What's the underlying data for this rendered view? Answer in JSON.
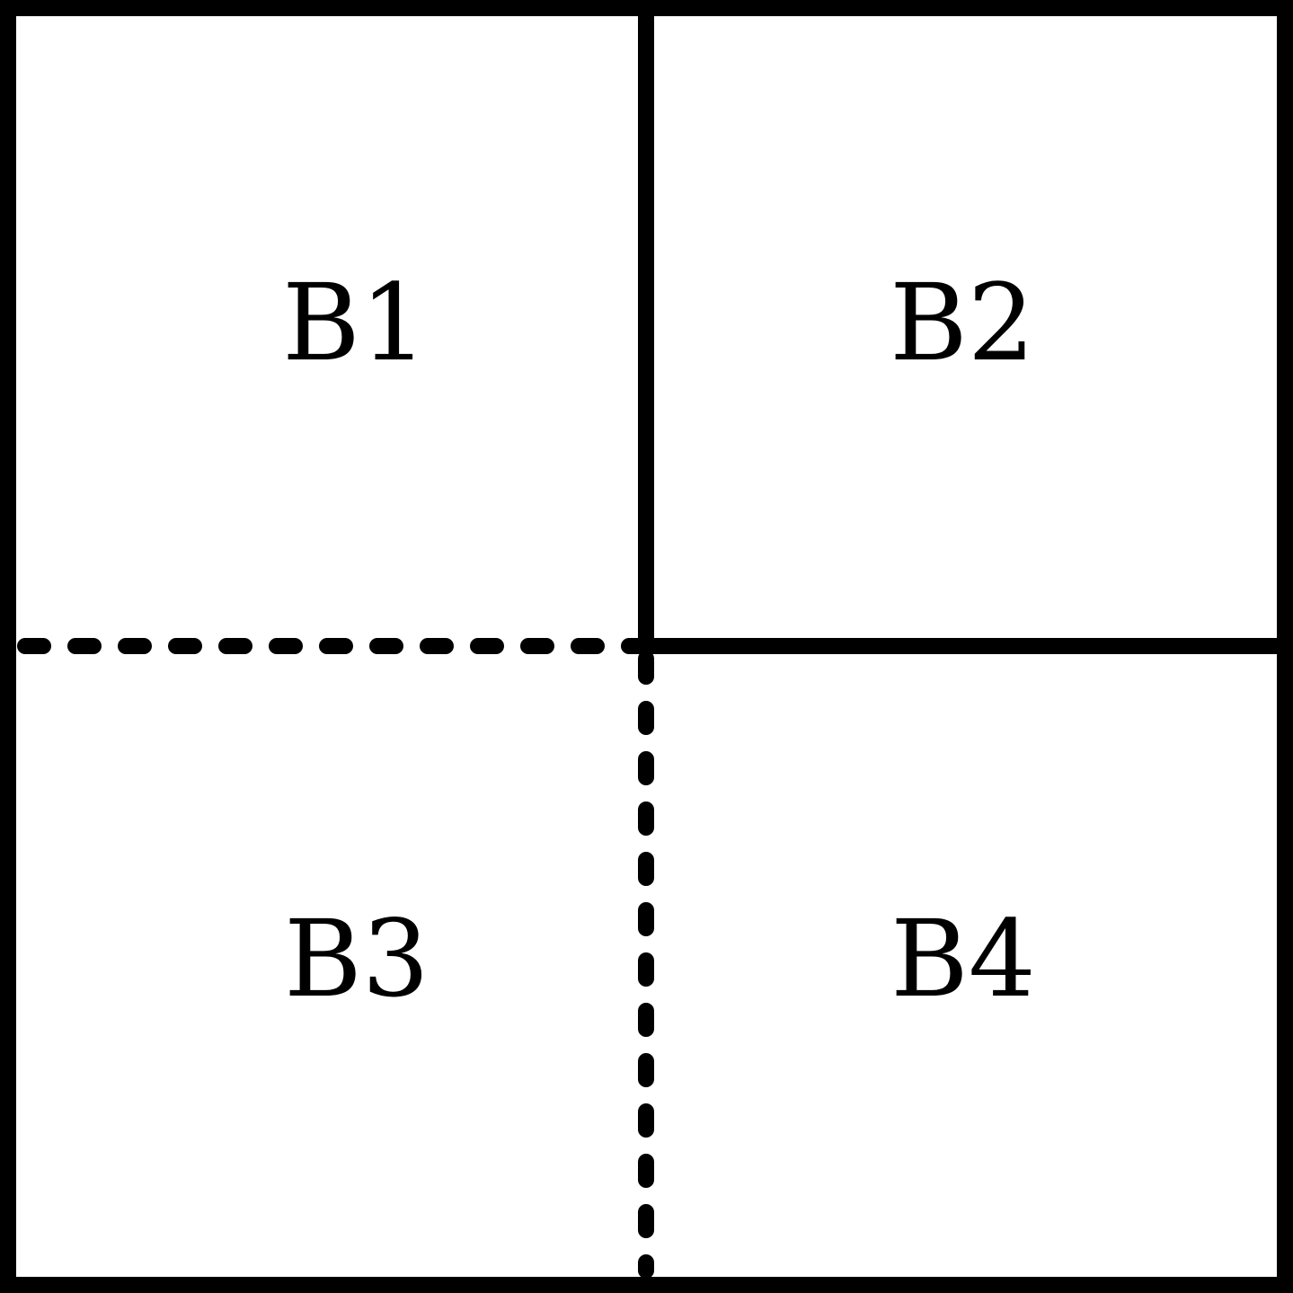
{
  "diagram": {
    "blocks": [
      {
        "id": "b1",
        "label": "B1"
      },
      {
        "id": "b2",
        "label": "B2"
      },
      {
        "id": "b3",
        "label": "B3"
      },
      {
        "id": "b4",
        "label": "B4"
      }
    ],
    "line_color": "#000000",
    "background_color": "#ffffff",
    "boundaries": {
      "b1_b2": "solid",
      "b2_b4": "solid",
      "b1_b3": "dashed",
      "b3_b4": "dashed"
    }
  }
}
